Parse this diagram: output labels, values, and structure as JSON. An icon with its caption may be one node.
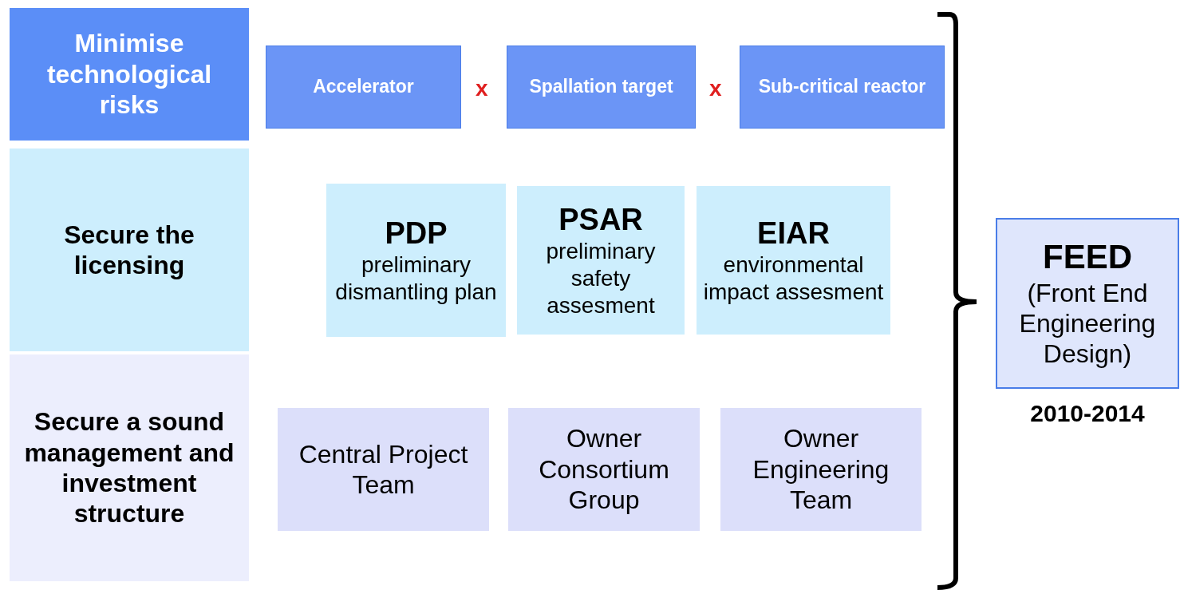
{
  "diagram": {
    "nodes": [
      {
        "text": [
          "Minimise technological risks"
        ]
      },
      {
        "text": [
          "Accelerator"
        ]
      },
      {
        "text": [
          "Spallation target"
        ]
      },
      {
        "text": [
          "Sub-critical reactor"
        ]
      },
      {
        "text": [
          "Secure the licensing"
        ]
      },
      {
        "text": [
          "PDP",
          "preliminary dismantling plan"
        ]
      },
      {
        "text": [
          "PSAR",
          "preliminary safety assesment"
        ]
      },
      {
        "text": [
          "EIAR",
          "environmental impact assesment"
        ]
      },
      {
        "text": [
          "Secure a sound management and investment structure"
        ]
      },
      {
        "text": [
          "Central Project Team"
        ]
      },
      {
        "text": [
          "Owner Consortium Group"
        ]
      },
      {
        "text": [
          "Owner Engineering Team"
        ]
      },
      {
        "text": [
          "FEED",
          "(Front End Engineering Design)"
        ],
        "beside": [
          "2010-2014"
        ]
      }
    ],
    "labels": [
      "x",
      "x"
    ]
  }
}
